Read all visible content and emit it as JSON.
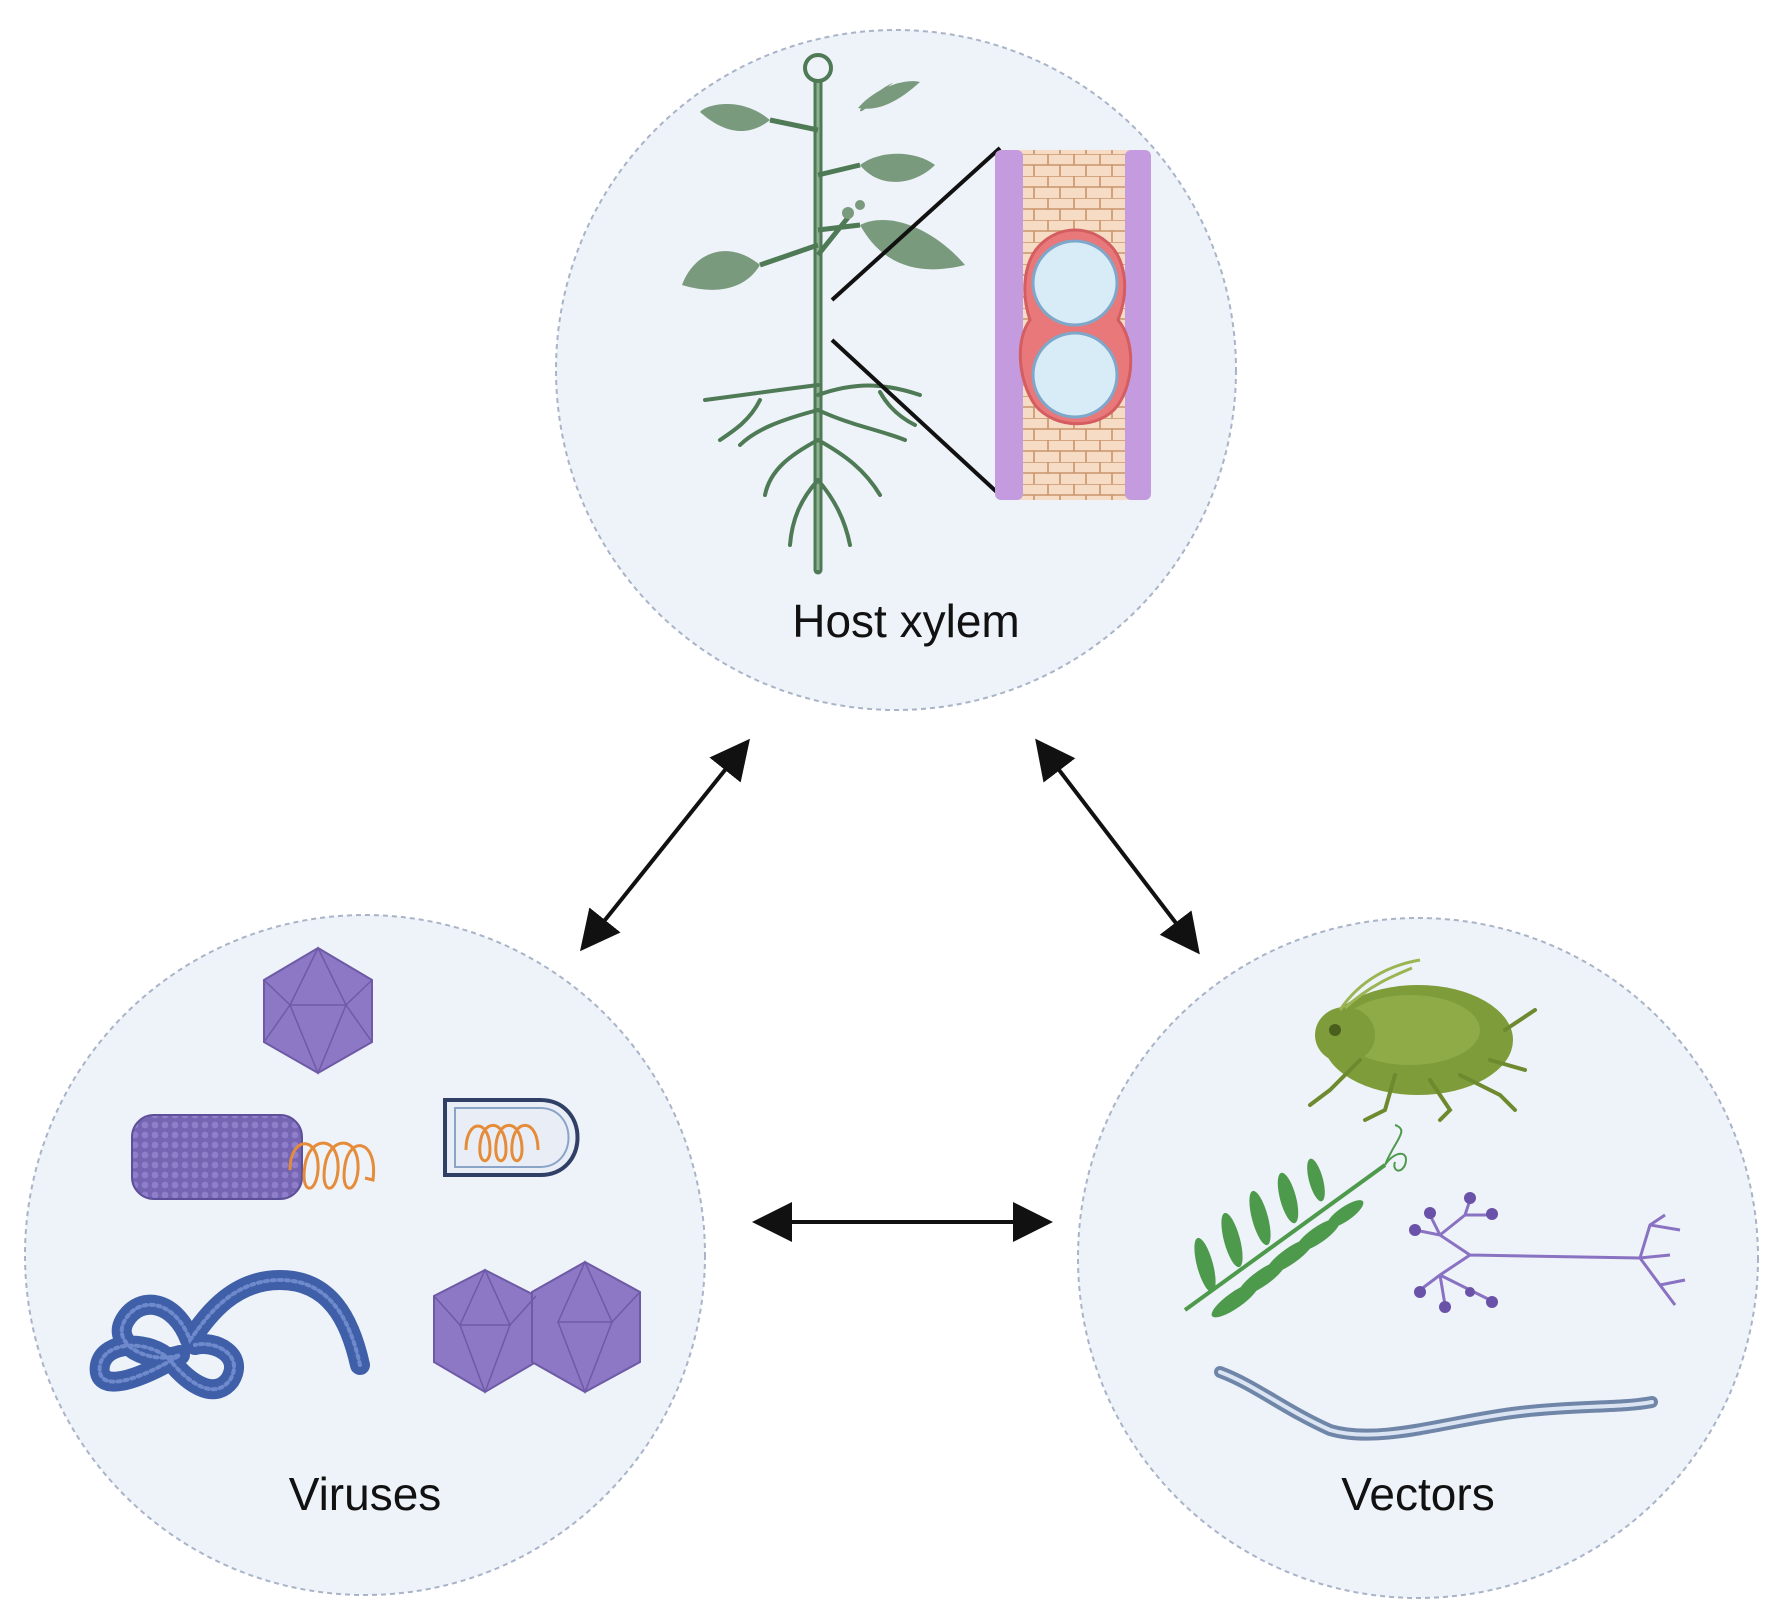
{
  "nodes": {
    "host": {
      "label": "Host xylem"
    },
    "viruses": {
      "label": "Viruses"
    },
    "vectors": {
      "label": "Vectors"
    }
  },
  "edges": [
    {
      "from": "host",
      "to": "viruses",
      "direction": "both"
    },
    {
      "from": "host",
      "to": "vectors",
      "direction": "both"
    },
    {
      "from": "viruses",
      "to": "vectors",
      "direction": "both"
    }
  ],
  "colors": {
    "circle_fill": "#eef2f9",
    "circle_stroke": "#a9b4c8",
    "plant_green": "#7a9a7e",
    "stem_green": "#4e7a55",
    "xylem_pink": "#e9787a",
    "xylem_blue": "#d8ecf8",
    "cell_tan": "#f6dcc4",
    "cell_border": "#c9946b",
    "phloem_purple": "#c59be0",
    "virus_purple": "#8c78c4",
    "virus_blue": "#3f5fa8",
    "virus_orange": "#e58c3a",
    "insect_green": "#7e9c3a",
    "fern_green": "#4e9a4c",
    "fungus_purple": "#8a72c2",
    "nematode_blue": "#6f86a8",
    "arrow": "#111111"
  }
}
